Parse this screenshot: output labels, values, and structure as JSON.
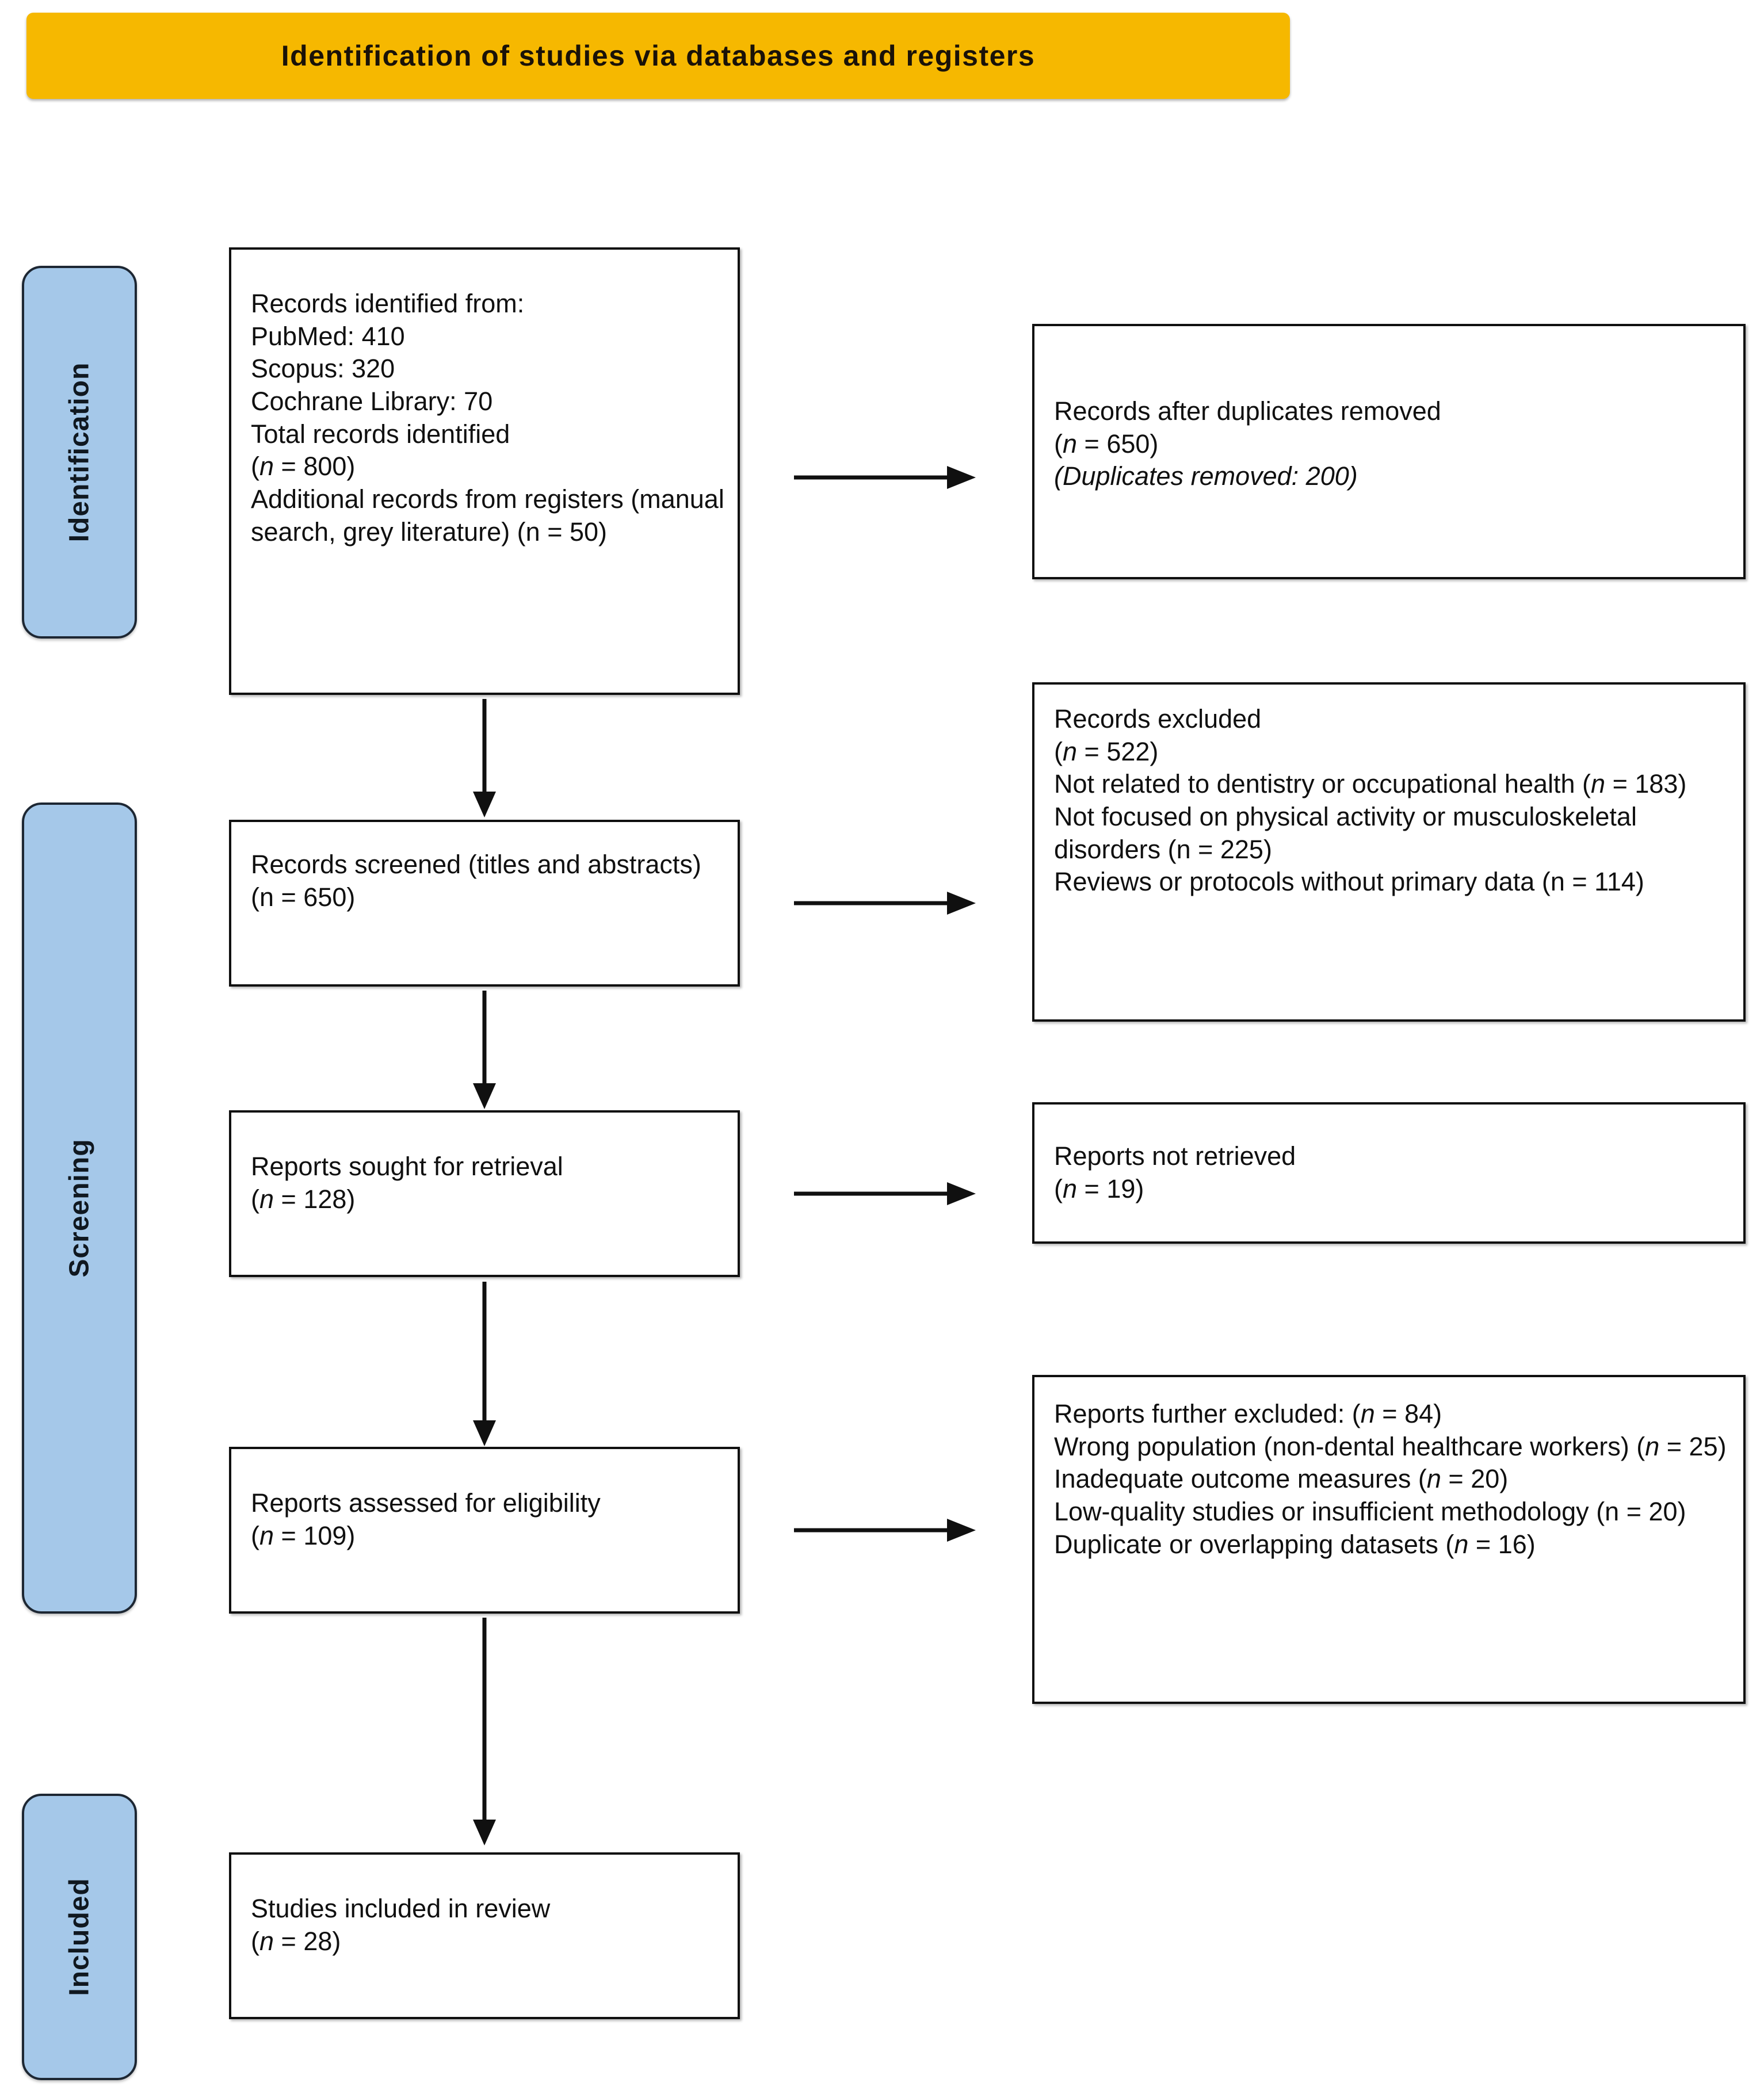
{
  "banner": {
    "title": "Identification of studies via databases and registers",
    "color": "#F6B800"
  },
  "rails": {
    "color": "#A5C8E9",
    "items": [
      {
        "label": "Identification"
      },
      {
        "label": "Screening"
      },
      {
        "label": "Included"
      }
    ]
  },
  "boxes": {
    "identified": {
      "lines": [
        "Records identified from:",
        "PubMed: 410",
        "Scopus: 320",
        "Cochrane Library: 70",
        "Total records identified",
        "(n = 800)",
        "Additional records from registers (manual search, grey literature) (n = 50)"
      ]
    },
    "duplicates": {
      "lines": [
        "Records after duplicates removed",
        "(n = 650)",
        "(Duplicates removed: 200)"
      ]
    },
    "screened": {
      "lines": [
        "Records screened (titles and abstracts)",
        "(n = 650)"
      ]
    },
    "excluded": {
      "lines": [
        "Records excluded",
        "(n = 522)",
        "Not related to dentistry or occupational health (n = 183)",
        "Not focused on physical activity or musculoskeletal disorders (n = 225)",
        "Reviews or protocols without primary data (n = 114)"
      ]
    },
    "sought": {
      "lines": [
        "Reports sought for retrieval",
        "(n = 128)"
      ]
    },
    "not_retrieved": {
      "lines": [
        "Reports not retrieved",
        "(n = 19)"
      ]
    },
    "assessed": {
      "lines": [
        "Reports assessed for eligibility",
        "(n = 109)"
      ]
    },
    "further_excluded": {
      "lines": [
        "Reports further excluded: (n = 84)",
        "Wrong population (non-dental healthcare workers) (n = 25)",
        "Inadequate outcome measures (n = 20)",
        "Low-quality studies or insufficient methodology (n = 20)",
        "Duplicate or overlapping datasets (n = 16)"
      ]
    },
    "included": {
      "lines": [
        "Studies included in review",
        "(n = 28)"
      ]
    }
  },
  "arrows": [
    {
      "name": "identified-to-duplicates",
      "direction": "right"
    },
    {
      "name": "identified-to-screened",
      "direction": "down"
    },
    {
      "name": "screened-to-excluded",
      "direction": "right"
    },
    {
      "name": "screened-to-sought",
      "direction": "down"
    },
    {
      "name": "sought-to-not-retrieved",
      "direction": "right"
    },
    {
      "name": "sought-to-assessed",
      "direction": "down"
    },
    {
      "name": "assessed-to-further-excluded",
      "direction": "right"
    },
    {
      "name": "assessed-to-included",
      "direction": "down"
    }
  ]
}
